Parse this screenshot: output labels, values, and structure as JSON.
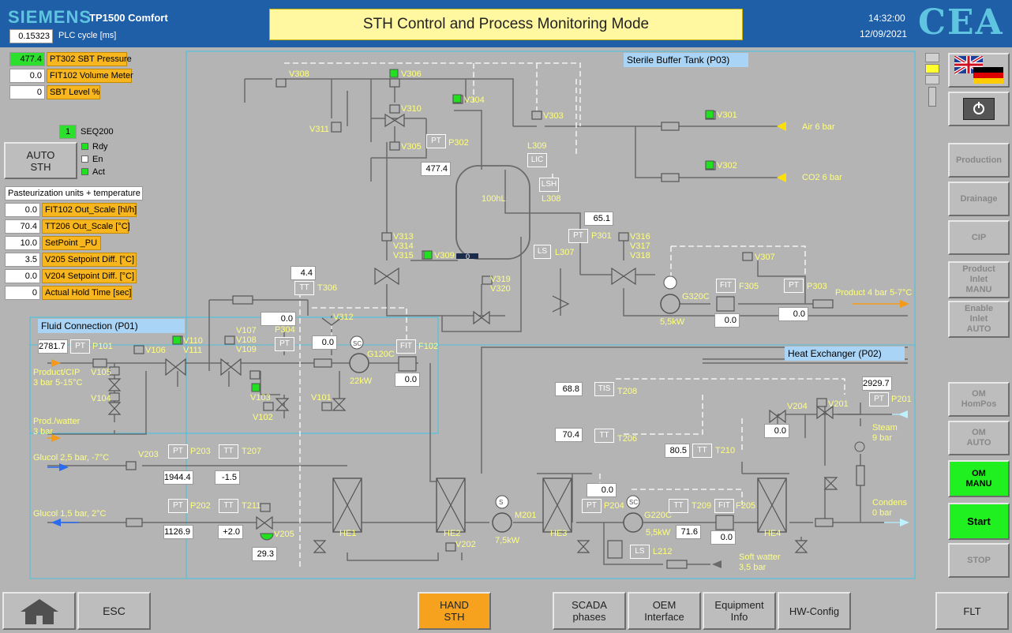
{
  "header": {
    "brand": "SIEMENS",
    "panel": "TP1500 Comfort",
    "plc_cycle_value": "0.15323",
    "plc_cycle_label": "PLC cycle [ms]",
    "title": "STH Control and Process Monitoring Mode",
    "time": "14:32:00",
    "date": "12/09/2021",
    "logo": "CEA"
  },
  "left_panel": {
    "pt302_value": "477.4",
    "pt302_label": "PT302 SBT Pressure",
    "fit102_value": "0.0",
    "fit102_label": "FIT102 Volume Meter",
    "sbt_value": "0",
    "sbt_label": "SBT Level %",
    "seq_value": "1",
    "seq_label": "SEQ200",
    "auto_button": "AUTO\nSTH",
    "status": [
      {
        "label": "Rdy",
        "state": "on"
      },
      {
        "label": "En",
        "state": "off"
      },
      {
        "label": "Act",
        "state": "on"
      }
    ],
    "pu_header": "Pasteurization units + temperature",
    "params": [
      {
        "value": "0.0",
        "label": "FIT102 Out_Scale [hl/h]"
      },
      {
        "value": "70.4",
        "label": "TT206 Out_Scale [°C]"
      },
      {
        "value": "10.0",
        "label": "SetPoint _PU"
      },
      {
        "value": "3.5",
        "label": "V205 Setpoint Diff. [°C]"
      },
      {
        "value": "0.0",
        "label": "V204 Setpoint Diff. [°C]"
      },
      {
        "value": "0",
        "label": "Actual Hold Time [sec]"
      }
    ]
  },
  "sections": {
    "p03": "Sterile Buffer Tank (P03)",
    "p01": "Fluid Connection (P01)",
    "p02": "Heat Exchanger (P02)"
  },
  "instruments": {
    "pt302": "477.4",
    "lic_tank": "100hL",
    "pt301": "65.1",
    "tt306": "4.4",
    "p304": "0.0",
    "v312_val": "0.0",
    "pt101": "2781.7",
    "fit102": "0.0",
    "f305": "0.0",
    "p303": "0.0",
    "pt201": "2929.7",
    "tis208": "68.8",
    "tt206": "70.4",
    "tt210": "80.5",
    "v204_val": "0.0",
    "pt203": "1944.4",
    "tt207": "-1.5",
    "pt202": "1126.9",
    "tt211": "+2.0",
    "v205_val": "29.3",
    "pt204": "0.0",
    "tt209": "71.6",
    "fit205": "0.0"
  },
  "labels": {
    "v308": "V308",
    "v306": "V306",
    "v310": "V310",
    "v304": "V304",
    "v311": "V311",
    "v305": "V305",
    "p302": "P302",
    "v303": "V303",
    "l309": "L309",
    "lic": "LIC",
    "lsh": "LSH",
    "l308": "L308",
    "v301": "V301",
    "air": "Air 6 bar",
    "v302": "V302",
    "co2": "CO2 6 bar",
    "v313": "V313",
    "v314": "V314",
    "v315": "V315",
    "v309": "V309",
    "v319": "V319",
    "v320": "V320",
    "ls": "LS",
    "l307": "L307",
    "pt": "PT",
    "p301": "P301",
    "v316": "V316",
    "v317": "V317",
    "v318": "V318",
    "v307": "V307",
    "g320c": "G320C",
    "g320c_kw": "5,5kW",
    "fit": "FIT",
    "f305": "F305",
    "p303": "P303",
    "product_out": "Product 4 bar 5-7°C",
    "tt": "TT",
    "t306": "T306",
    "p304": "P304",
    "v312": "V312",
    "sc": "SC",
    "g120c": "G120C",
    "g120c_kw": "22kW",
    "f102": "F102",
    "p101": "P101",
    "v106": "V106",
    "v110": "V110",
    "v111": "V111",
    "v107": "V107",
    "v108": "V108",
    "v109": "V109",
    "v105": "V105",
    "product_cip": "Product/CIP\n3 bar 5-15°C",
    "v104": "V104",
    "v103": "V103",
    "v102": "V102",
    "v101": "V101",
    "prod_water": "Prod./watter\n3 bar",
    "v203": "V203",
    "p203": "P203",
    "t207": "T207",
    "glucol_in": "Glucol 2,5 bar, -7°C",
    "glucol_out": "Glucol 1,5 bar, 2°C",
    "p202": "P202",
    "t211": "T211",
    "v205": "V205",
    "he1": "HE1",
    "he2": "HE2",
    "he3": "HE3",
    "he4": "HE4",
    "v202": "V202",
    "m201": "M201",
    "m201_kw": "7,5kW",
    "s": "S",
    "p204": "P204",
    "g220c": "G220C",
    "g220c_kw": "5,5kW",
    "t209": "T209",
    "f205": "F205",
    "l212": "L212",
    "soft_water": "Soft watter\n3,5 bar",
    "tis": "TIS",
    "t208": "T208",
    "t206": "T206",
    "t210": "T210",
    "v204": "V204",
    "v201": "V201",
    "p201": "P201",
    "steam": "Steam\n9 bar",
    "condens": "Condens\n0 bar",
    "tank_mark": "0"
  },
  "right_panel": {
    "power_icon": "power-icon",
    "flags": "uk-de-flag",
    "buttons": [
      {
        "label": "Production",
        "state": "disabled"
      },
      {
        "label": "Drainage",
        "state": "disabled"
      },
      {
        "label": "CIP",
        "state": "disabled"
      },
      {
        "label": "Product\nInlet\nMANU",
        "state": "disabled"
      },
      {
        "label": "Enable\nInlet\nAUTO",
        "state": "disabled"
      }
    ],
    "om_buttons": [
      {
        "label": "OM\nHomPos",
        "state": "disabled"
      },
      {
        "label": "OM\nAUTO",
        "state": "disabled"
      },
      {
        "label": "OM\nMANU",
        "state": "active"
      },
      {
        "label": "Start",
        "state": "active"
      },
      {
        "label": "STOP",
        "state": "disabled"
      }
    ]
  },
  "bottom_bar": {
    "home_icon": "home-icon",
    "esc": "ESC",
    "hand_sth": "HAND\nSTH",
    "scada": "SCADA\nphases",
    "oem": "OEM\nInterface",
    "equipment": "Equipment\nInfo",
    "hwconfig": "HW-Config",
    "flt": "FLT"
  },
  "colors": {
    "header_bg": "#1f5fa8",
    "title_bg": "#fff8a0",
    "tag_orange": "#f7b51e",
    "section_blue": "#a9d4f5",
    "active_green": "#20f020",
    "hand_orange": "#f7a21e"
  }
}
